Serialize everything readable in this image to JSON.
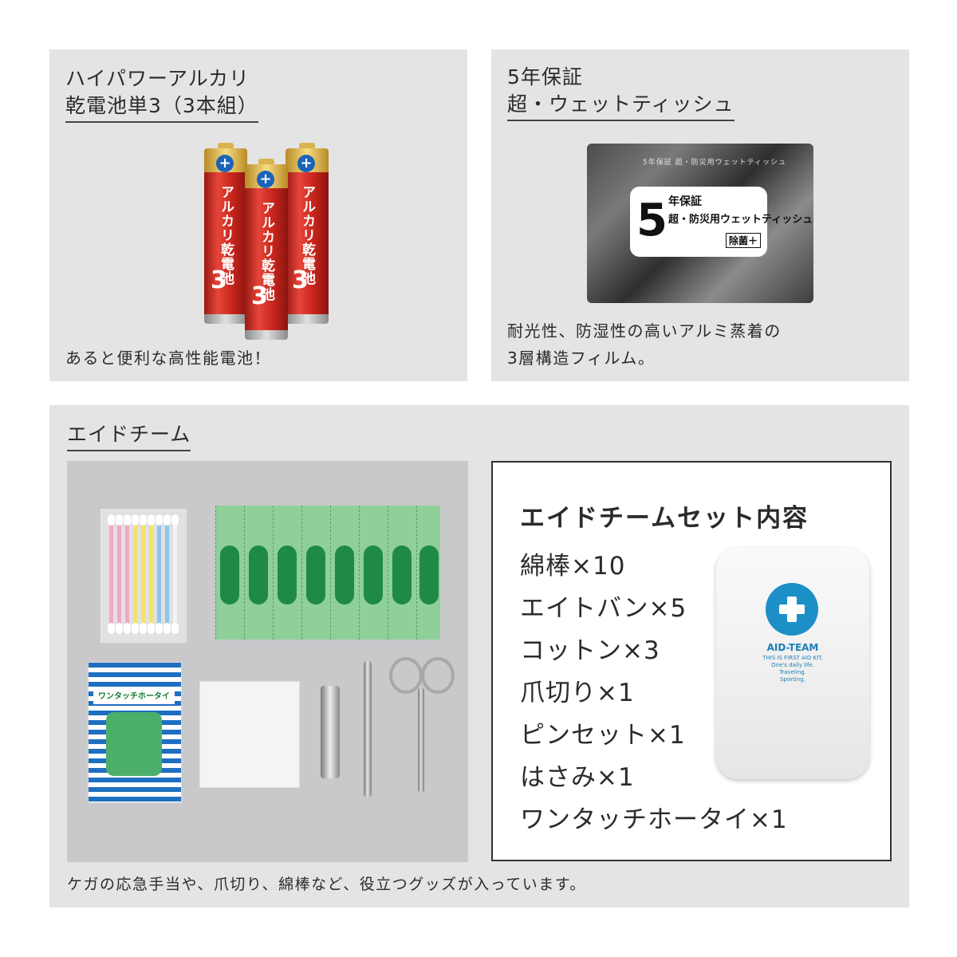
{
  "battery_panel": {
    "title_line1": "ハイパワーアルカリ",
    "title_line2": "乾電池単3（3本組）",
    "caption": "あると便利な高性能電池！",
    "battery_label": "アルカリ乾電池",
    "battery_number": "3",
    "battery_plus": "+"
  },
  "tissue_panel": {
    "title_line1": "5年保証",
    "title_line2": "超・ウェットティッシュ",
    "caption_line1": "耐光性、防湿性の高いアルミ蒸着の",
    "caption_line2": "3層構造フィルム。",
    "package_top_text": "5年保証 超・防災用ウェットティッシュ",
    "package_big_number": "5",
    "package_line1": "年保証",
    "package_line2": "超・防災用ウェットティッシュ",
    "package_line3": "除菌＋"
  },
  "aid_panel": {
    "title": "エイドチーム",
    "caption": "ケガの応急手当や、爪切り、綿棒など、役立つグッズが入っています。",
    "pack_label": "ワンタッチホータイ",
    "set_heading": "エイドチームセット内容",
    "set_items": [
      "綿棒×10",
      "エイトバン×5",
      "コットン×3",
      "爪切り×1",
      "ピンセット×1",
      "はさみ×1",
      "ワンタッチホータイ×1"
    ],
    "case_brand": "AID-TEAM",
    "case_subtext": "THIS IS FIRST AID KIT.\nOne's daily life.\nTraveling.\nSporting."
  },
  "colors": {
    "panel_bg": "#e4e4e4",
    "photo_bg": "#c9c9cb",
    "battery_red": "#c8251c",
    "battery_gold": "#f6dc82",
    "brand_blue": "#1c8fc7"
  }
}
